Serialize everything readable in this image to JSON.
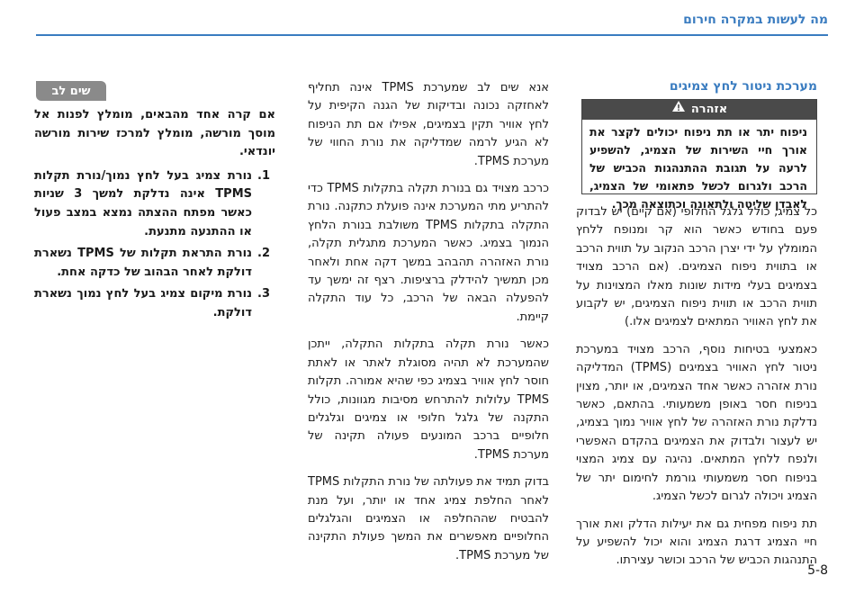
{
  "header": {
    "section_title": "מה לעשות במקרה חירום"
  },
  "right_column": {
    "subheading": "מערכת ניטור לחץ צמיגים",
    "warning": {
      "label": "אזהרה",
      "icon": "warning-triangle-icon",
      "text": "ניפוח יתר או תת ניפוח יכולים לקצר את אורך חיי השירות של הצמיג, להשפיע לרעה על תגובת ההתנהגות הכביש של הרכב ולגרום לכשל פתאומי של הצמיג, לאבדן שליטה ולתאונה וכתוצאה מכך."
    },
    "paragraphs": [
      "כל צמיג, כולל גלגל החלופי (אם קיים) יש לבדוק פעם בחודש כאשר הוא קר ומנופח ללחץ המומלץ על ידי יצרן הרכב הנקוב על תווית הרכב או בתווית ניפוח הצמיגים. (אם הרכב מצויד בצמיגים בעלי מידות שונות מאלו המצוינות על תווית הרכב או תווית ניפוח הצמיגים, יש לקבוע את לחץ האוויר המתאים לצמיגים אלו.)",
      "כאמצעי בטיחות נוסף, הרכב מצויד במערכת ניטור לחץ האוויר בצמיגים (TPMS) המדליקה נורת אזהרה כאשר אחד הצמיגים, או יותר, מצוין בניפוח חסר באופן משמעותי. בהתאם, כאשר נדלקת נורת האזהרה של לחץ אוויר נמוך בצמיג, יש לעצור ולבדוק את הצמיגים בהקדם האפשרי ולנפח ללחץ המתאים. נהיגה עם צמיג המצוי בניפוח חסר משמעותי גורמת לחימום יתר של הצמיג ויכולה לגרום לכשל הצמיג.",
      "תת ניפוח מפחית גם את יעילות הדלק ואת אורך חיי הצמיג דרגת הצמיג והוא יכול להשפיע על התנהגות הכביש של הרכב וכושר עצירתו."
    ]
  },
  "middle_column": {
    "paragraphs": [
      "אנא שים לב שמערכת TPMS אינה תחליף לאחזקה נכונה ובדיקות של הגנה הקיפית על לחץ אוויר תקין בצמיגים, אפילו אם תת הניפוח לא הגיע לרמה שמדליקה את נורת החווי של מערכת TPMS.",
      "כרכב מצויד גם בנורת תקלה בתקלות TPMS כדי להתריע מתי המערכת אינה פועלת כתקנה. נורת התקלה בתקלות TPMS משולבת בנורת הלחץ הנמוך בצמיג. כאשר המערכת מתגלית תקלה, נורת האזהרה תהבהב במשך דקה אחת ולאחר מכן תמשיך להידלק ברציפות. רצף זה ימשך עד להפעלה הבאה של הרכב, כל עוד התקלה קיימת.",
      "כאשר נורת תקלה בתקלות התקלה, ייתכן שהמערכת לא תהיה מסוגלת לאתר או לאתת חוסר לחץ אוויר בצמיג כפי שהיא אמורה. תקלות TPMS עלולות להתרחש מסיבות מגוונות, כולל התקנה של גלגל חלופי או צמיגים וגלגלים חלופיים ברכב המונעים פעולה תקינה של מערכת TPMS.",
      "בדוק תמיד את פעולתה של נורת התקלות TPMS לאחר החלפת צמיג אחד או יותר, ועל מנת להבטיח שההחלפה או הצמיגים והגלגלים החלופיים מאפשרים את המשך פעולת התקינה של מערכת TPMS."
    ]
  },
  "left_column": {
    "badge": "שים לב",
    "intro": "אם קרה אחד מהבאים, מומלץ לפנות אל מוסך מורשה, מומלץ למרכז שירות מורשה יונדאי.",
    "items": [
      {
        "num": "1.",
        "text": "נורת צמיג בעל לחץ נמוך/נורת תקלות TPMS אינה נדלקת למשך 3 שניות כאשר מפתח ההצתה נמצא במצב פעול או ההתנעה מתנעת."
      },
      {
        "num": "2.",
        "text": "נורת התראת תקלות של TPMS נשארת דולקת לאחר הבהוב של כדקה אחת."
      },
      {
        "num": "3.",
        "text": "נורת מיקום צמיג בעל לחץ נמוך נשארת דולקת."
      }
    ]
  },
  "footer": {
    "page_number": "5-8"
  }
}
